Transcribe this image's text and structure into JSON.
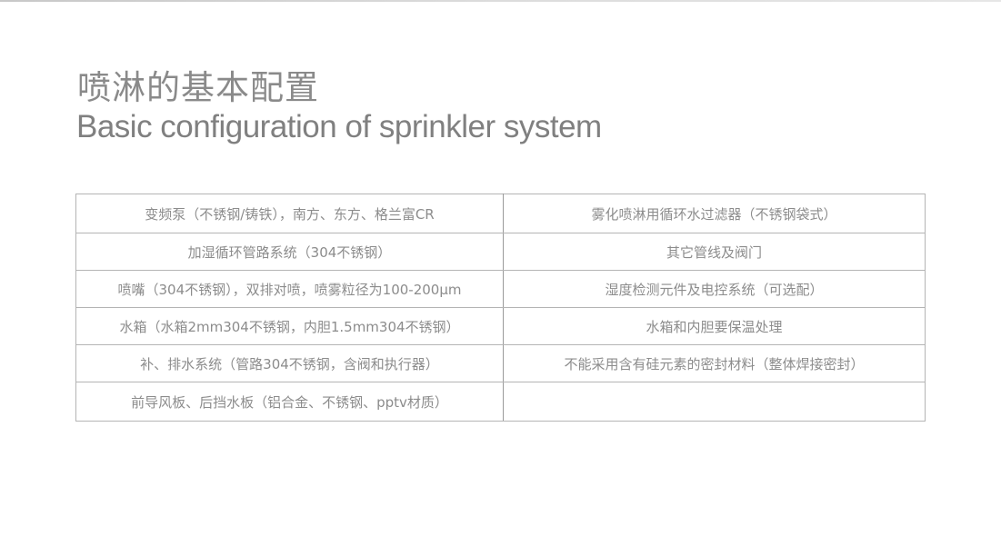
{
  "header": {
    "title_cn": "喷淋的基本配置",
    "title_en": "Basic configuration of sprinkler system"
  },
  "table": {
    "rows": [
      {
        "left": "变频泵（不锈钢/铸铁），南方、东方、格兰富CR",
        "right": "雾化喷淋用循环水过滤器（不锈钢袋式）"
      },
      {
        "left": "加湿循环管路系统（304不锈钢）",
        "right": "其它管线及阀门"
      },
      {
        "left": "喷嘴（304不锈钢），双排对喷，喷雾粒径为100-200μm",
        "right": "湿度检测元件及电控系统（可选配）"
      },
      {
        "left": "水箱（水箱2mm304不锈钢，内胆1.5mm304不锈钢）",
        "right": "水箱和内胆要保温处理"
      },
      {
        "left": "补、排水系统（管路304不锈钢，含阀和执行器）",
        "right": "不能采用含有硅元素的密封材料（整体焊接密封）"
      },
      {
        "left": "前导风板、后挡水板（铝合金、不锈钢、pptv材质）",
        "right": ""
      }
    ]
  },
  "colors": {
    "title": "#8a8a8a",
    "cell_text": "#8c8c8c",
    "border": "#b4b4b4"
  }
}
